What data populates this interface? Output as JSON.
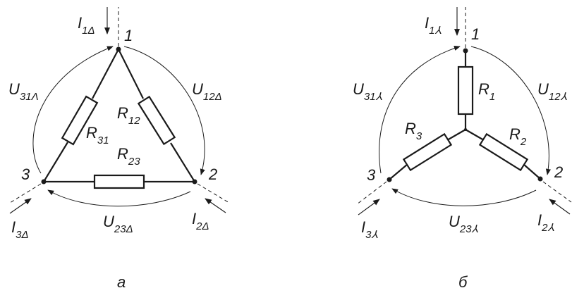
{
  "delta": {
    "caption": "а",
    "nodes": [
      "1",
      "2",
      "3"
    ],
    "resistors": [
      {
        "main": "R",
        "sub": "12"
      },
      {
        "main": "R",
        "sub": "31"
      },
      {
        "main": "R",
        "sub": "23"
      }
    ],
    "voltages": [
      {
        "main": "U",
        "sub": "31Λ"
      },
      {
        "main": "U",
        "sub": "12Δ"
      },
      {
        "main": "U",
        "sub": "23Δ"
      }
    ],
    "currents": [
      {
        "main": "I",
        "sub": "1Δ"
      },
      {
        "main": "I",
        "sub": "2Δ"
      },
      {
        "main": "I",
        "sub": "3Δ"
      }
    ]
  },
  "star": {
    "caption": "б",
    "nodes": [
      "1",
      "2",
      "3"
    ],
    "resistors": [
      {
        "main": "R",
        "sub": "1"
      },
      {
        "main": "R",
        "sub": "2"
      },
      {
        "main": "R",
        "sub": "3"
      }
    ],
    "voltages": [
      {
        "main": "U",
        "sub": "31⅄"
      },
      {
        "main": "U",
        "sub": "12⅄"
      },
      {
        "main": "U",
        "sub": "23⅄"
      }
    ],
    "currents": [
      {
        "main": "I",
        "sub": "1⅄"
      },
      {
        "main": "I",
        "sub": "2⅄"
      },
      {
        "main": "I",
        "sub": "3⅄"
      }
    ]
  }
}
